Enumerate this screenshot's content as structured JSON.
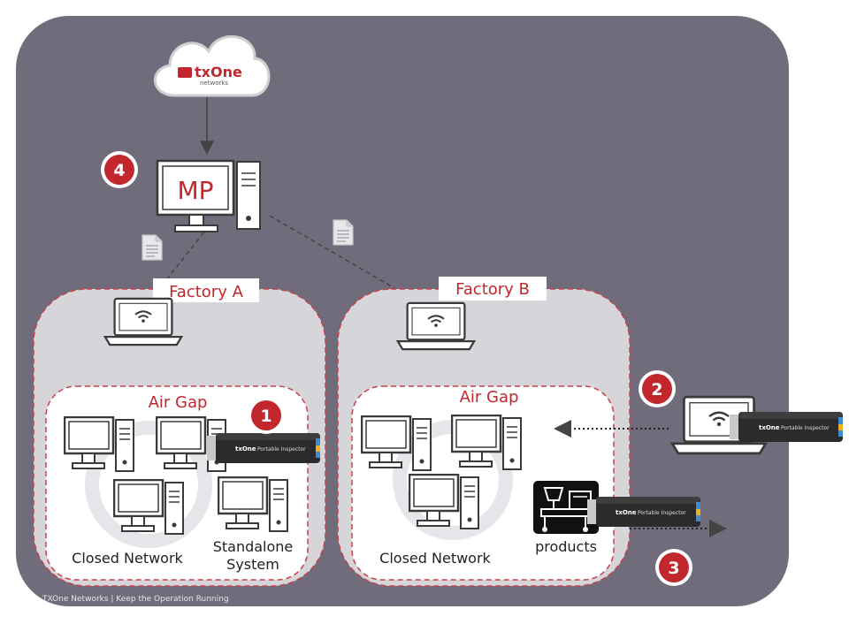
{
  "cloud": {
    "brand": "txOne",
    "sub": "networks"
  },
  "mp": {
    "label": "MP"
  },
  "badges": [
    "1",
    "2",
    "3",
    "4"
  ],
  "factory_a": {
    "title": "Factory A",
    "air_gap": "Air Gap",
    "closed_network": "Closed Network",
    "standalone_line1": "Standalone",
    "standalone_line2": "System"
  },
  "factory_b": {
    "title": "Factory B",
    "air_gap": "Air Gap",
    "closed_network": "Closed Network",
    "products": "products"
  },
  "usb": {
    "brand": "txOne",
    "product": "Portable Inspector"
  },
  "footer": "TXOne Networks  |  Keep the Operation Running",
  "colors": {
    "background": "#706c7b",
    "zone": "#d6d5da",
    "accent_red": "#c1272d",
    "dashed_border": "#c8424a"
  },
  "icons": [
    "cloud-icon",
    "desktop-computer-icon",
    "document-icon",
    "laptop-wifi-icon",
    "usb-stick-icon",
    "machine-icon"
  ]
}
